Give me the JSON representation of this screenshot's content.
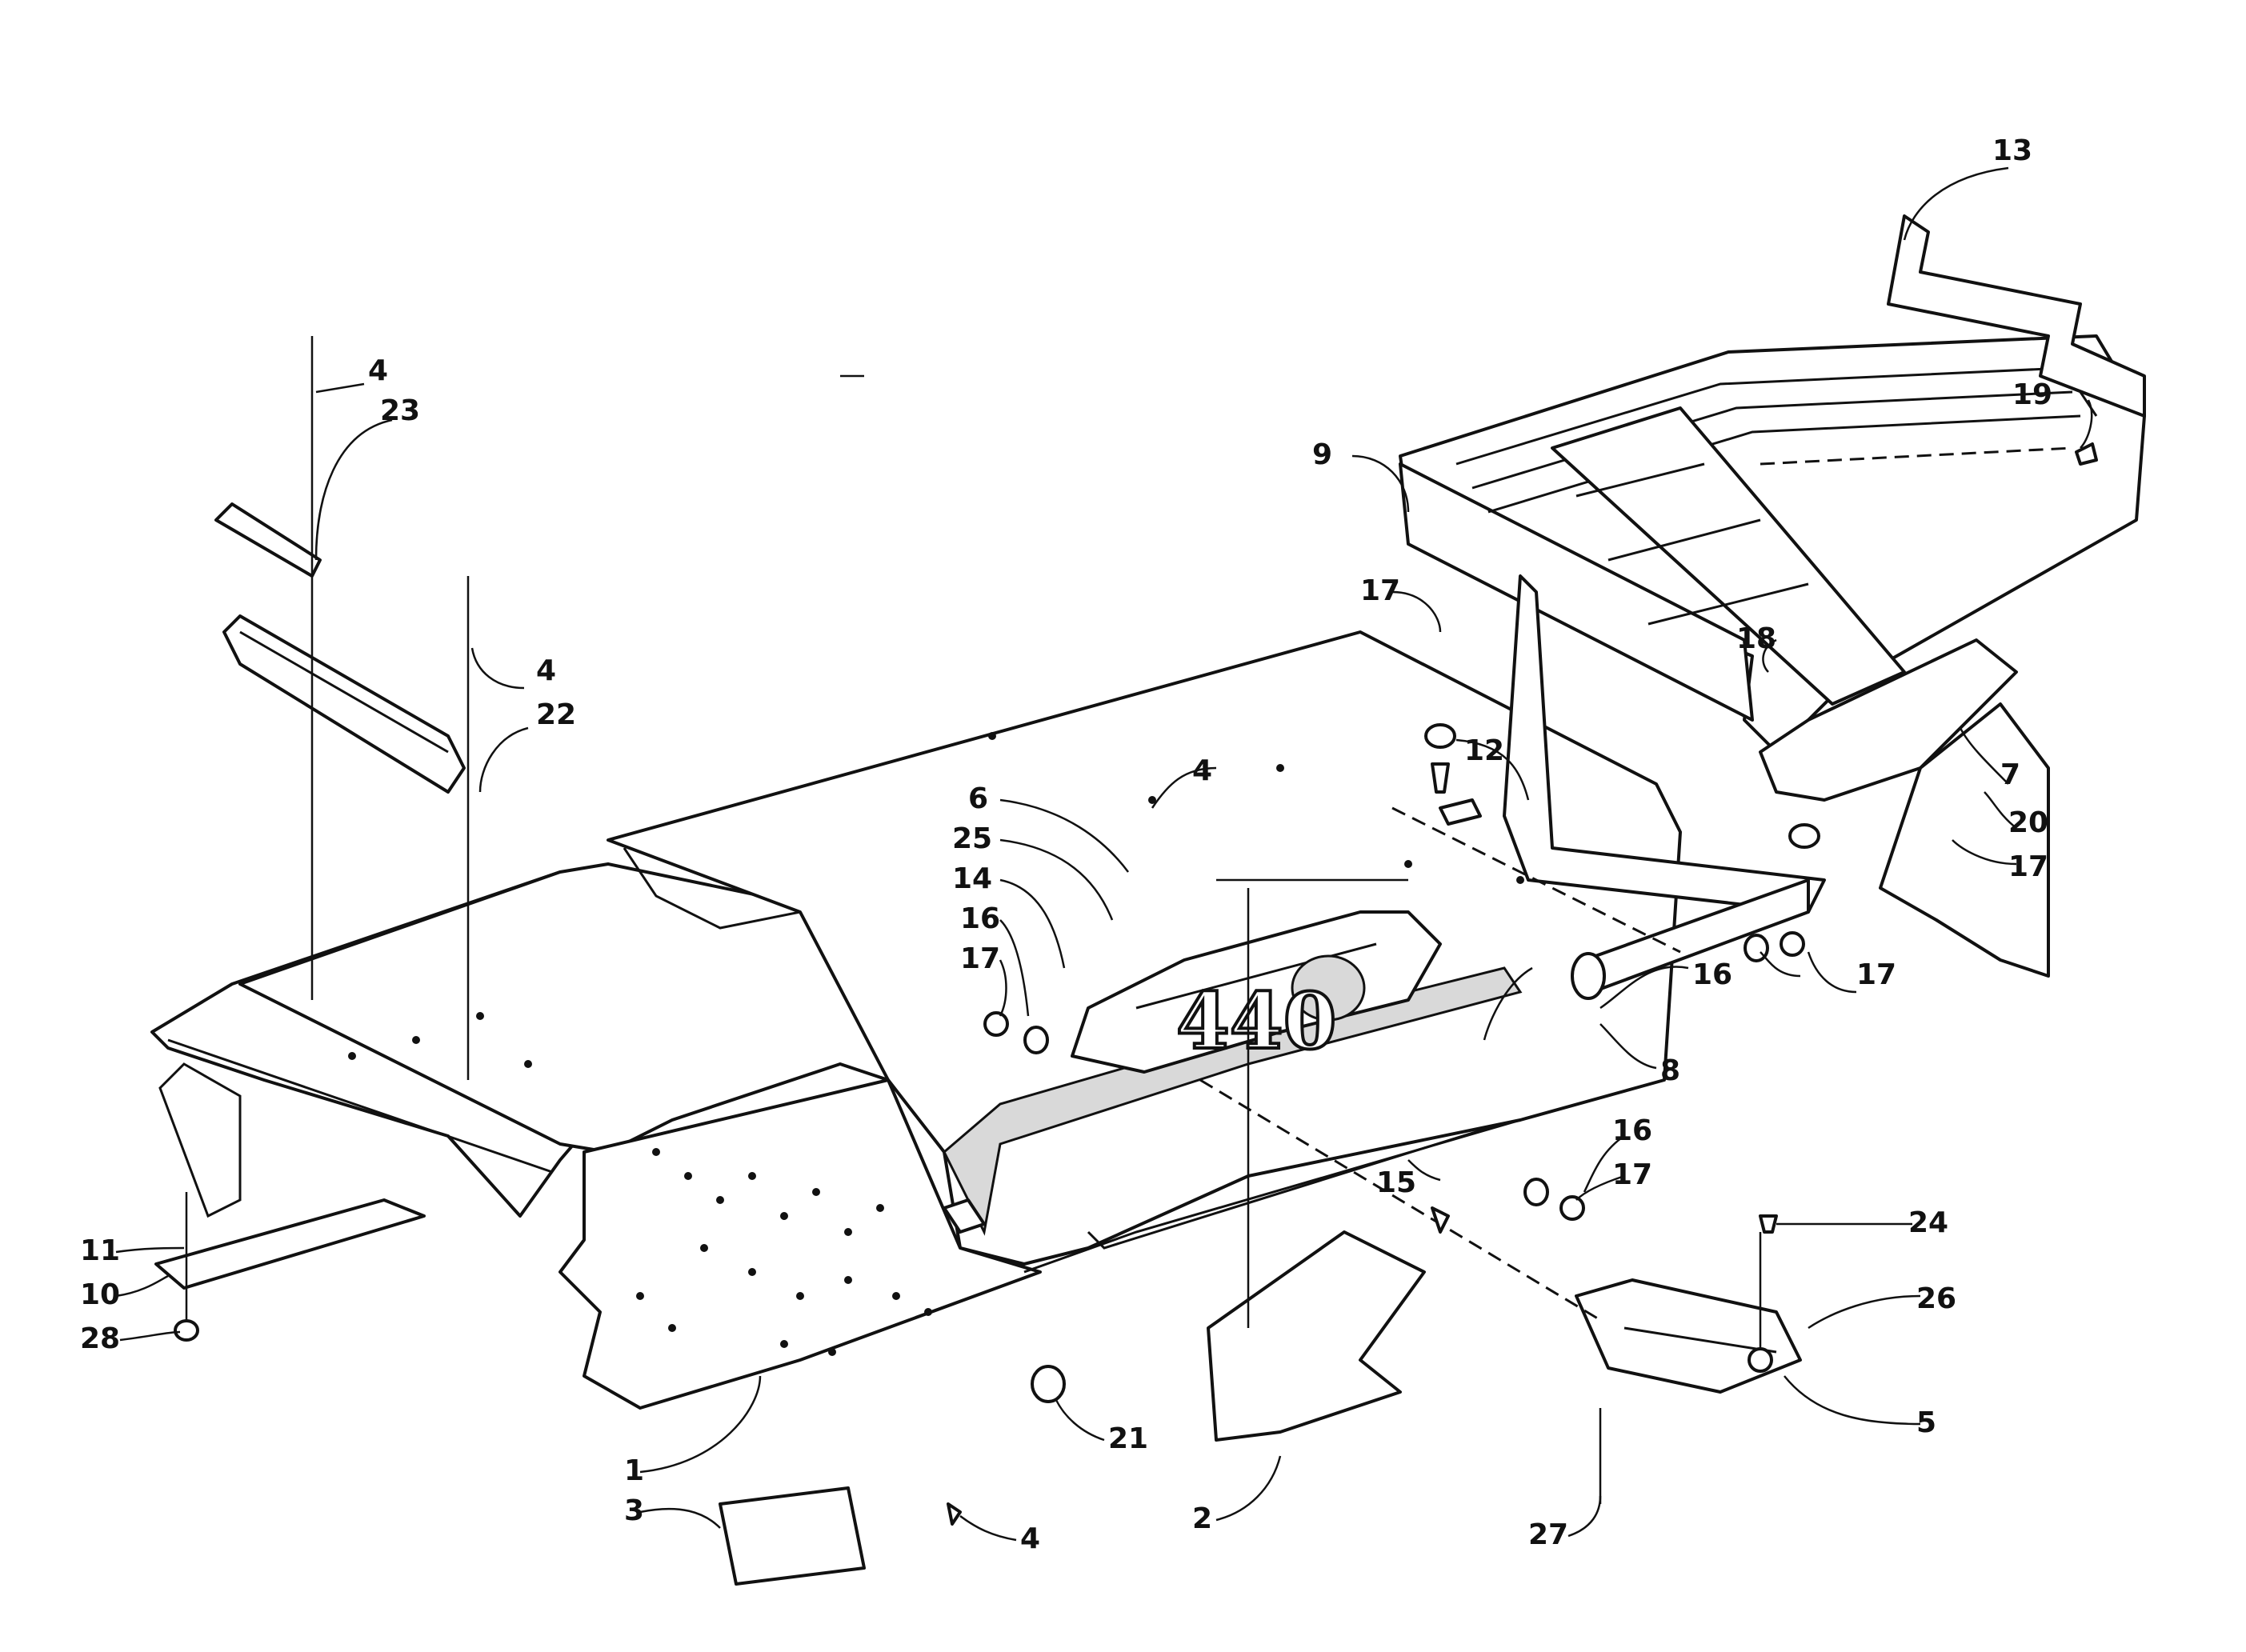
{
  "callouts": {
    "c1": "1",
    "c2": "2",
    "c3": "3",
    "c4a": "4",
    "c4b": "4",
    "c4c": "4",
    "c4d": "4",
    "c5": "5",
    "c6": "6",
    "c7": "7",
    "c8": "8",
    "c9": "9",
    "c10": "10",
    "c11": "11",
    "c12": "12",
    "c13": "13",
    "c14": "14",
    "c15": "15",
    "c16a": "16",
    "c16b": "16",
    "c16c": "16",
    "c17a": "17",
    "c17b": "17",
    "c17c": "17",
    "c17d": "17",
    "c17e": "17",
    "c18": "18",
    "c19": "19",
    "c20": "20",
    "c21": "21",
    "c22": "22",
    "c23": "23",
    "c24": "24",
    "c25": "25",
    "c26": "26",
    "c27": "27",
    "c28": "28"
  },
  "hood_mark": "440"
}
